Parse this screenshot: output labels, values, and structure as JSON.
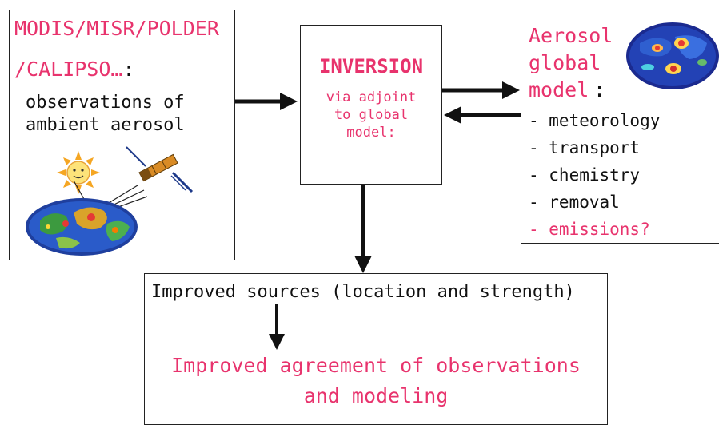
{
  "observations": {
    "instruments_line1": "MODIS/MISR/POLDER",
    "instruments_line2": "/CALIPSO…",
    "instruments_colon": ":",
    "description_line1": "observations of",
    "description_line2": "ambient aerosol",
    "illustration_icons": [
      "sun-icon",
      "satellite-icon",
      "globe-map-icon"
    ]
  },
  "inversion": {
    "title": "INVERSION",
    "subtitle": "via adjoint\nto global\nmodel:"
  },
  "model": {
    "title": "Aerosol\nglobal\nmodel",
    "colon": ":",
    "items": [
      {
        "label": "- meteorology",
        "color": "#111111"
      },
      {
        "label": "- transport",
        "color": "#111111"
      },
      {
        "label": "- chemistry",
        "color": "#111111"
      },
      {
        "label": "- removal",
        "color": "#111111"
      },
      {
        "label": "- emissions?",
        "color": "#e8336d"
      }
    ],
    "illustration_icon": "globe-emissions-map-icon"
  },
  "result": {
    "sources": "Improved sources (location and strength)",
    "agreement": "Improved agreement of observations\nand modeling"
  },
  "colors": {
    "accent": "#e8336d",
    "text": "#111111",
    "border": "#222222",
    "arrow": "#111111"
  }
}
